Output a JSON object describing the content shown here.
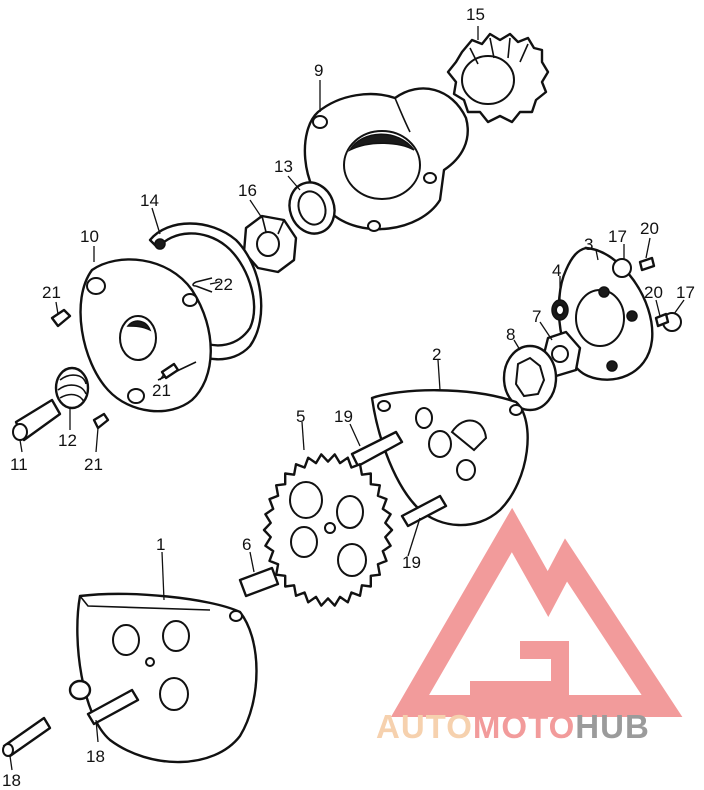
{
  "callouts": {
    "p1": "1",
    "p2": "2",
    "p3": "3",
    "p4": "4",
    "p5": "5",
    "p6": "6",
    "p7": "7",
    "p8": "8",
    "p9": "9",
    "p10": "10",
    "p11": "11",
    "p12": "12",
    "p13": "13",
    "p14": "14",
    "p15": "15",
    "p16": "16",
    "p17a": "17",
    "p17b": "17",
    "p18a": "18",
    "p18b": "18",
    "p19a": "19",
    "p19b": "19",
    "p20a": "20",
    "p20b": "20",
    "p21a": "21",
    "p21b": "21",
    "p21c": "21",
    "p22": "22"
  },
  "watermark": {
    "part1": "AUTO",
    "part2": "MOTO",
    "part3": "HUB",
    "color_light": "#f5c9a0",
    "color_red": "#f08a8a",
    "color_grey": "#8a8a8a"
  }
}
